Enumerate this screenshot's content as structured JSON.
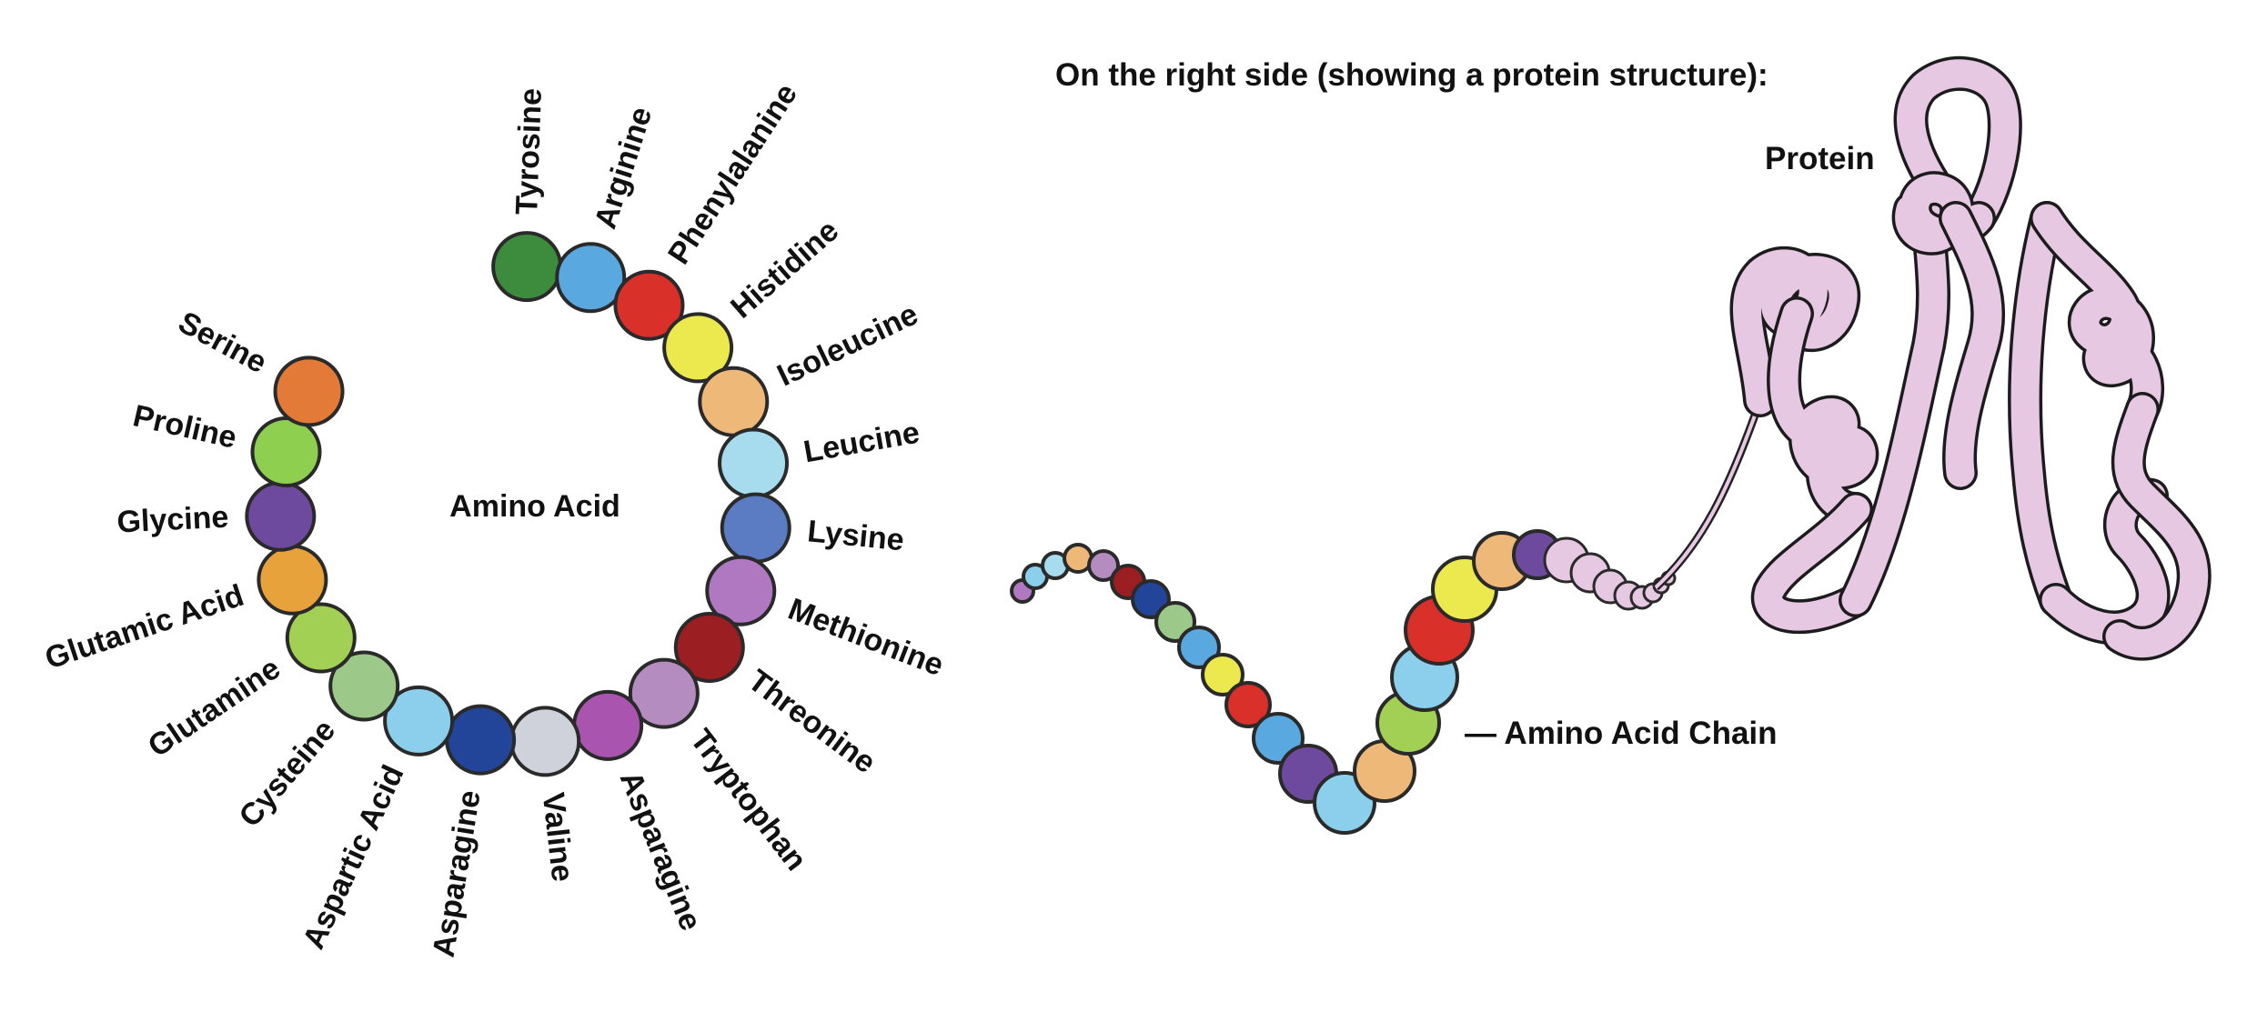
{
  "header": "On the right side (showing a protein structure):",
  "center_label": "Amino Acid",
  "chain_label": "— Amino Acid Chain",
  "protein_label": "Protein",
  "protein_color": "#e7c8e3",
  "amino_acids": [
    {
      "name": "Tyrosine",
      "color": "#3d8b3d"
    },
    {
      "name": "Arginine",
      "color": "#5aa8e0"
    },
    {
      "name": "Phenylalanine",
      "color": "#d9302a"
    },
    {
      "name": "Histidine",
      "color": "#ece94e"
    },
    {
      "name": "Isoleucine",
      "color": "#eeb878"
    },
    {
      "name": "Leucine",
      "color": "#a7dcef"
    },
    {
      "name": "Lysine",
      "color": "#5b7bc2"
    },
    {
      "name": "Methionine",
      "color": "#b078c0"
    },
    {
      "name": "Threonine",
      "color": "#9a1e22"
    },
    {
      "name": "Tryptophan",
      "color": "#b48cc0"
    },
    {
      "name": "Asparagine",
      "color": "#a955b0"
    },
    {
      "name": "Valine",
      "color": "#cfd2da"
    },
    {
      "name": "Asparagine",
      "color": "#22459a"
    },
    {
      "name": "Aspartic Acid",
      "color": "#8ccfec"
    },
    {
      "name": "Cysteine",
      "color": "#9cc98a"
    },
    {
      "name": "Glutamine",
      "color": "#a2d055"
    },
    {
      "name": "Glutamic Acid",
      "color": "#e8a23c"
    },
    {
      "name": "Glycine",
      "color": "#6d4a9e"
    },
    {
      "name": "Proline",
      "color": "#8ecf50"
    },
    {
      "name": "Serine",
      "color": "#e47a38"
    }
  ],
  "chain_colors": [
    "#b078c0",
    "#8ccfec",
    "#a7dcef",
    "#eeb878",
    "#b48cc0",
    "#9a1e22",
    "#22459a",
    "#9cc98a",
    "#5aa8e0",
    "#ece94e",
    "#d9302a",
    "#5aa8e0",
    "#6d4a9e",
    "#8ccfec",
    "#eeb878",
    "#a2d055",
    "#8ccfec",
    "#d9302a",
    "#ece94e",
    "#eeb878",
    "#6d4a9e"
  ]
}
